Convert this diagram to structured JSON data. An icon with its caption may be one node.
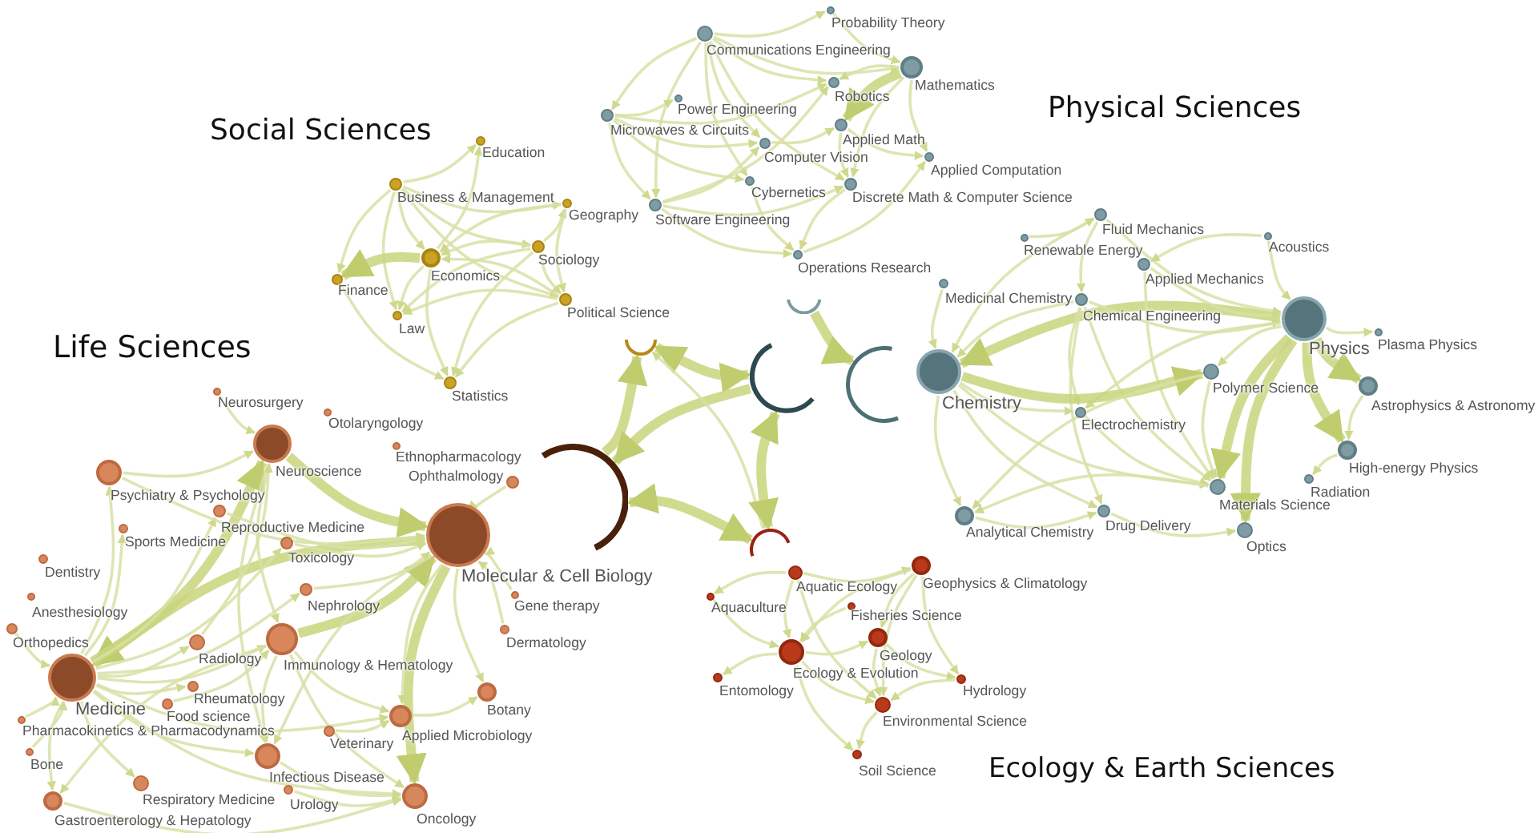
{
  "diagram": {
    "nodes": [
      {
        "text": [
          "Education"
        ]
      },
      {
        "text": [
          "Business & Management"
        ]
      },
      {
        "text": [
          "Geography"
        ]
      },
      {
        "text": [
          "Economics"
        ]
      },
      {
        "text": [
          "Sociology"
        ]
      },
      {
        "text": [
          "Finance"
        ]
      },
      {
        "text": [
          "Political Science"
        ]
      },
      {
        "text": [
          "Law"
        ]
      },
      {
        "text": [
          "Statistics"
        ]
      },
      {
        "text": [
          "Probability Theory"
        ]
      },
      {
        "text": [
          "Communications Engineering"
        ]
      },
      {
        "text": [
          "Mathematics"
        ]
      },
      {
        "text": [
          "Power Engineering"
        ]
      },
      {
        "text": [
          "Robotics"
        ]
      },
      {
        "text": [
          "Microwaves & Circuits"
        ]
      },
      {
        "text": [
          "Applied Math"
        ]
      },
      {
        "text": [
          "Computer Vision"
        ]
      },
      {
        "text": [
          "Applied Computation"
        ]
      },
      {
        "text": [
          "Cybernetics"
        ]
      },
      {
        "text": [
          "Discrete Math & Computer Science"
        ]
      },
      {
        "text": [
          "Software Engineering"
        ]
      },
      {
        "text": [
          "Operations Research"
        ]
      },
      {
        "text": [
          "Fluid Mechanics"
        ]
      },
      {
        "text": [
          "Renewable Energy"
        ]
      },
      {
        "text": [
          "Acoustics"
        ]
      },
      {
        "text": [
          "Applied Mechanics"
        ]
      },
      {
        "text": [
          "Medicinal Chemistry"
        ]
      },
      {
        "text": [
          "Chemical Engineering"
        ]
      },
      {
        "text": [
          "Physics"
        ]
      },
      {
        "text": [
          "Plasma Physics"
        ]
      },
      {
        "text": [
          "Chemistry"
        ]
      },
      {
        "text": [
          "Polymer Science"
        ]
      },
      {
        "text": [
          "Astrophysics & Astronomy"
        ]
      },
      {
        "text": [
          "Electrochemistry"
        ]
      },
      {
        "text": [
          "High-energy Physics"
        ]
      },
      {
        "text": [
          "Radiation"
        ]
      },
      {
        "text": [
          "Materials Science"
        ]
      },
      {
        "text": [
          "Analytical Chemistry"
        ]
      },
      {
        "text": [
          "Drug Delivery"
        ]
      },
      {
        "text": [
          "Optics"
        ]
      },
      {
        "text": [],
        "shape": "arc"
      },
      {
        "text": [],
        "shape": "arc"
      },
      {
        "text": [],
        "shape": "arc"
      },
      {
        "text": [],
        "shape": "arc"
      },
      {
        "text": [],
        "shape": "arc"
      },
      {
        "text": [],
        "shape": "arc"
      },
      {
        "text": [
          "Neurosurgery"
        ]
      },
      {
        "text": [
          "Otolaryngology"
        ]
      },
      {
        "text": [
          "Ethnopharmacology"
        ]
      },
      {
        "text": [
          "Neuroscience"
        ]
      },
      {
        "text": [
          "Psychiatry & Psychology"
        ]
      },
      {
        "text": [
          "Ophthalmology"
        ]
      },
      {
        "text": [
          "Reproductive Medicine"
        ]
      },
      {
        "text": [
          "Sports Medicine"
        ]
      },
      {
        "text": [
          "Toxicology"
        ]
      },
      {
        "text": [
          "Molecular & Cell Biology"
        ]
      },
      {
        "text": [
          "Dentistry"
        ]
      },
      {
        "text": [
          "Gene therapy"
        ]
      },
      {
        "text": [
          "Nephrology"
        ]
      },
      {
        "text": [
          "Anesthesiology"
        ]
      },
      {
        "text": [
          "Dermatology"
        ]
      },
      {
        "text": [
          "Orthopedics"
        ]
      },
      {
        "text": [
          "Radiology"
        ]
      },
      {
        "text": [
          "Immunology & Hematology"
        ]
      },
      {
        "text": [
          "Medicine"
        ]
      },
      {
        "text": [
          "Rheumatology"
        ]
      },
      {
        "text": [
          "Food science"
        ]
      },
      {
        "text": [
          "Botany"
        ]
      },
      {
        "text": [
          "Pharmacokinetics & Pharmacodynamics"
        ]
      },
      {
        "text": [
          "Veterinary"
        ]
      },
      {
        "text": [
          "Applied Microbiology"
        ]
      },
      {
        "text": [
          "Bone"
        ]
      },
      {
        "text": [
          "Infectious Disease"
        ]
      },
      {
        "text": [
          "Respiratory Medicine"
        ]
      },
      {
        "text": [
          "Urology"
        ]
      },
      {
        "text": [
          "Oncology"
        ]
      },
      {
        "text": [
          "Gastroenterology & Hepatology"
        ]
      },
      {
        "text": [
          "Geophysics & Climatology"
        ]
      },
      {
        "text": [
          "Aquatic Ecology"
        ]
      },
      {
        "text": [
          "Aquaculture"
        ]
      },
      {
        "text": [
          "Fisheries Science"
        ]
      },
      {
        "text": [
          "Geology"
        ]
      },
      {
        "text": [
          "Ecology & Evolution"
        ]
      },
      {
        "text": [
          "Entomology"
        ]
      },
      {
        "text": [
          "Hydrology"
        ]
      },
      {
        "text": [
          "Environmental Science"
        ]
      },
      {
        "text": [
          "Soil Science"
        ]
      }
    ],
    "edges": [
      {
        "from": 41,
        "to": 42,
        "arrow": "both",
        "style": "thick"
      },
      {
        "from": 44,
        "to": 41,
        "arrow": "to",
        "style": "thick"
      },
      {
        "from": 42,
        "to": 44,
        "arrow": "to",
        "style": "thick"
      },
      {
        "from": 45,
        "to": 44,
        "arrow": "both",
        "style": "thick"
      },
      {
        "from": 45,
        "to": 41,
        "arrow": "to"
      },
      {
        "from": 42,
        "to": 45,
        "arrow": "both",
        "style": "thick"
      },
      {
        "from": 40,
        "to": 43,
        "arrow": "to",
        "style": "thick"
      },
      {
        "from": 1,
        "to": 0,
        "arrow": "to"
      },
      {
        "from": 1,
        "to": 3,
        "arrow": "to"
      },
      {
        "from": 1,
        "to": 4,
        "arrow": "to"
      },
      {
        "from": 1,
        "to": 2,
        "arrow": "to"
      },
      {
        "from": 1,
        "to": 6,
        "arrow": "to"
      },
      {
        "from": 1,
        "to": 5,
        "arrow": "to"
      },
      {
        "from": 1,
        "to": 7,
        "arrow": "to"
      },
      {
        "from": 3,
        "to": 5,
        "arrow": "to",
        "style": "thick"
      },
      {
        "from": 4,
        "to": 3,
        "arrow": "to"
      },
      {
        "from": 6,
        "to": 3,
        "arrow": "to"
      },
      {
        "from": 3,
        "to": 7,
        "arrow": "to"
      },
      {
        "from": 3,
        "to": 8,
        "arrow": "to"
      },
      {
        "from": 3,
        "to": 0,
        "arrow": "to"
      },
      {
        "from": 4,
        "to": 2,
        "arrow": "to"
      },
      {
        "from": 4,
        "to": 6,
        "arrow": "to"
      },
      {
        "from": 4,
        "to": 7,
        "arrow": "to"
      },
      {
        "from": 2,
        "to": 6,
        "arrow": "to"
      },
      {
        "from": 2,
        "to": 3,
        "arrow": "to"
      },
      {
        "from": 5,
        "to": 8,
        "arrow": "to"
      },
      {
        "from": 6,
        "to": 8,
        "arrow": "to"
      },
      {
        "from": 6,
        "to": 7,
        "arrow": "to"
      },
      {
        "from": 4,
        "to": 8,
        "arrow": "to"
      },
      {
        "from": 10,
        "to": 9,
        "arrow": "to"
      },
      {
        "from": 10,
        "to": 14,
        "arrow": "to"
      },
      {
        "from": 10,
        "to": 20,
        "arrow": "to"
      },
      {
        "from": 10,
        "to": 13,
        "arrow": "to"
      },
      {
        "from": 10,
        "to": 19,
        "arrow": "to"
      },
      {
        "from": 10,
        "to": 16,
        "arrow": "to"
      },
      {
        "from": 10,
        "to": 18,
        "arrow": "to"
      },
      {
        "from": 10,
        "to": 11,
        "arrow": "to"
      },
      {
        "from": 11,
        "to": 13,
        "arrow": "to"
      },
      {
        "from": 11,
        "to": 15,
        "arrow": "to",
        "style": "thick"
      },
      {
        "from": 11,
        "to": 19,
        "arrow": "to"
      },
      {
        "from": 11,
        "to": 17,
        "arrow": "to"
      },
      {
        "from": 9,
        "to": 11,
        "arrow": "to"
      },
      {
        "from": 14,
        "to": 12,
        "arrow": "to"
      },
      {
        "from": 14,
        "to": 13,
        "arrow": "to"
      },
      {
        "from": 14,
        "to": 20,
        "arrow": "to"
      },
      {
        "from": 14,
        "to": 18,
        "arrow": "to"
      },
      {
        "from": 14,
        "to": 16,
        "arrow": "to"
      },
      {
        "from": 20,
        "to": 16,
        "arrow": "to"
      },
      {
        "from": 20,
        "to": 19,
        "arrow": "to"
      },
      {
        "from": 20,
        "to": 21,
        "arrow": "to"
      },
      {
        "from": 20,
        "to": 13,
        "arrow": "to"
      },
      {
        "from": 15,
        "to": 17,
        "arrow": "to"
      },
      {
        "from": 15,
        "to": 19,
        "arrow": "to"
      },
      {
        "from": 19,
        "to": 21,
        "arrow": "to"
      },
      {
        "from": 18,
        "to": 21,
        "arrow": "to"
      },
      {
        "from": 16,
        "to": 15,
        "arrow": "to"
      },
      {
        "from": 21,
        "to": 17,
        "arrow": "to"
      },
      {
        "from": 28,
        "to": 30,
        "arrow": "to",
        "style": "thick"
      },
      {
        "from": 22,
        "to": 30,
        "arrow": "to"
      },
      {
        "from": 22,
        "to": 28,
        "arrow": "to"
      },
      {
        "from": 22,
        "to": 27,
        "arrow": "to"
      },
      {
        "from": 23,
        "to": 22,
        "arrow": "to"
      },
      {
        "from": 24,
        "to": 25,
        "arrow": "to"
      },
      {
        "from": 24,
        "to": 28,
        "arrow": "to"
      },
      {
        "from": 25,
        "to": 28,
        "arrow": "to"
      },
      {
        "from": 25,
        "to": 36,
        "arrow": "to"
      },
      {
        "from": 26,
        "to": 30,
        "arrow": "to"
      },
      {
        "from": 27,
        "to": 30,
        "arrow": "to"
      },
      {
        "from": 27,
        "to": 28,
        "arrow": "to"
      },
      {
        "from": 27,
        "to": 36,
        "arrow": "to"
      },
      {
        "from": 27,
        "to": 38,
        "arrow": "to"
      },
      {
        "from": 27,
        "to": 33,
        "arrow": "to"
      },
      {
        "from": 28,
        "to": 29,
        "arrow": "to"
      },
      {
        "from": 28,
        "to": 32,
        "arrow": "to",
        "style": "thick"
      },
      {
        "from": 28,
        "to": 34,
        "arrow": "to",
        "style": "thick"
      },
      {
        "from": 32,
        "to": 34,
        "arrow": "to"
      },
      {
        "from": 34,
        "to": 35,
        "arrow": "to"
      },
      {
        "from": 28,
        "to": 31,
        "arrow": "to"
      },
      {
        "from": 28,
        "to": 36,
        "arrow": "to",
        "style": "thick"
      },
      {
        "from": 28,
        "to": 39,
        "arrow": "to",
        "style": "thick"
      },
      {
        "from": 28,
        "to": 33,
        "arrow": "to"
      },
      {
        "from": 30,
        "to": 31,
        "arrow": "to",
        "style": "thick"
      },
      {
        "from": 30,
        "to": 33,
        "arrow": "to"
      },
      {
        "from": 30,
        "to": 37,
        "arrow": "to"
      },
      {
        "from": 30,
        "to": 36,
        "arrow": "to"
      },
      {
        "from": 30,
        "to": 38,
        "arrow": "to"
      },
      {
        "from": 31,
        "to": 37,
        "arrow": "to"
      },
      {
        "from": 31,
        "to": 36,
        "arrow": "to"
      },
      {
        "from": 33,
        "to": 36,
        "arrow": "to"
      },
      {
        "from": 36,
        "to": 37,
        "arrow": "to"
      },
      {
        "from": 37,
        "to": 38,
        "arrow": "to"
      },
      {
        "from": 38,
        "to": 39,
        "arrow": "to"
      },
      {
        "from": 55,
        "to": 64,
        "arrow": "to",
        "style": "thick"
      },
      {
        "from": 49,
        "to": 55,
        "arrow": "to",
        "style": "thick"
      },
      {
        "from": 63,
        "to": 55,
        "arrow": "to",
        "style": "thick"
      },
      {
        "from": 55,
        "to": 75,
        "arrow": "to",
        "style": "thick"
      },
      {
        "from": 55,
        "to": 70,
        "arrow": "to"
      },
      {
        "from": 55,
        "to": 67,
        "arrow": "to"
      },
      {
        "from": 55,
        "to": 72,
        "arrow": "to"
      },
      {
        "from": 51,
        "to": 55,
        "arrow": "to"
      },
      {
        "from": 57,
        "to": 55,
        "arrow": "to"
      },
      {
        "from": 60,
        "to": 55,
        "arrow": "to"
      },
      {
        "from": 64,
        "to": 49,
        "arrow": "to",
        "style": "thick"
      },
      {
        "from": 64,
        "to": 50,
        "arrow": "to"
      },
      {
        "from": 50,
        "to": 49,
        "arrow": "to"
      },
      {
        "from": 64,
        "to": 53,
        "arrow": "to"
      },
      {
        "from": 64,
        "to": 52,
        "arrow": "to"
      },
      {
        "from": 64,
        "to": 54,
        "arrow": "to"
      },
      {
        "from": 64,
        "to": 58,
        "arrow": "to"
      },
      {
        "from": 64,
        "to": 63,
        "arrow": "to"
      },
      {
        "from": 64,
        "to": 62,
        "arrow": "to"
      },
      {
        "from": 64,
        "to": 65,
        "arrow": "to"
      },
      {
        "from": 64,
        "to": 76,
        "arrow": "to"
      },
      {
        "from": 64,
        "to": 73,
        "arrow": "to"
      },
      {
        "from": 64,
        "to": 72,
        "arrow": "to"
      },
      {
        "from": 64,
        "to": 75,
        "arrow": "to"
      },
      {
        "from": 64,
        "to": 70,
        "arrow": "to"
      },
      {
        "from": 61,
        "to": 64,
        "arrow": "to"
      },
      {
        "from": 68,
        "to": 64,
        "arrow": "to"
      },
      {
        "from": 71,
        "to": 64,
        "arrow": "to"
      },
      {
        "from": 46,
        "to": 49,
        "arrow": "to"
      },
      {
        "from": 49,
        "to": 63,
        "arrow": "to"
      },
      {
        "from": 49,
        "to": 72,
        "arrow": "to"
      },
      {
        "from": 50,
        "to": 55,
        "arrow": "to"
      },
      {
        "from": 52,
        "to": 55,
        "arrow": "to"
      },
      {
        "from": 54,
        "to": 55,
        "arrow": "to"
      },
      {
        "from": 58,
        "to": 55,
        "arrow": "to"
      },
      {
        "from": 63,
        "to": 75,
        "arrow": "to"
      },
      {
        "from": 63,
        "to": 72,
        "arrow": "to"
      },
      {
        "from": 63,
        "to": 76,
        "arrow": "to"
      },
      {
        "from": 63,
        "to": 70,
        "arrow": "to"
      },
      {
        "from": 76,
        "to": 75,
        "arrow": "to"
      },
      {
        "from": 72,
        "to": 75,
        "arrow": "to"
      },
      {
        "from": 70,
        "to": 67,
        "arrow": "to"
      },
      {
        "from": 69,
        "to": 70,
        "arrow": "to"
      },
      {
        "from": 74,
        "to": 75,
        "arrow": "to"
      },
      {
        "from": 62,
        "to": 49,
        "arrow": "to"
      },
      {
        "from": 66,
        "to": 63,
        "arrow": "to"
      },
      {
        "from": 78,
        "to": 77,
        "arrow": "to"
      },
      {
        "from": 78,
        "to": 82,
        "arrow": "to"
      },
      {
        "from": 78,
        "to": 79,
        "arrow": "to"
      },
      {
        "from": 78,
        "to": 85,
        "arrow": "to"
      },
      {
        "from": 77,
        "to": 82,
        "arrow": "to"
      },
      {
        "from": 77,
        "to": 81,
        "arrow": "to"
      },
      {
        "from": 77,
        "to": 85,
        "arrow": "to"
      },
      {
        "from": 77,
        "to": 84,
        "arrow": "to"
      },
      {
        "from": 82,
        "to": 83,
        "arrow": "to"
      },
      {
        "from": 82,
        "to": 81,
        "arrow": "to"
      },
      {
        "from": 82,
        "to": 85,
        "arrow": "to"
      },
      {
        "from": 82,
        "to": 86,
        "arrow": "to"
      },
      {
        "from": 79,
        "to": 82,
        "arrow": "to"
      },
      {
        "from": 81,
        "to": 85,
        "arrow": "to"
      },
      {
        "from": 81,
        "to": 84,
        "arrow": "to"
      },
      {
        "from": 84,
        "to": 85,
        "arrow": "to"
      },
      {
        "from": 85,
        "to": 86,
        "arrow": "to"
      },
      {
        "from": 80,
        "to": 82,
        "arrow": "to"
      }
    ],
    "labels": [
      "Social Sciences",
      "Physical Sciences",
      "Life Sciences",
      "Ecology & Earth Sciences"
    ]
  }
}
